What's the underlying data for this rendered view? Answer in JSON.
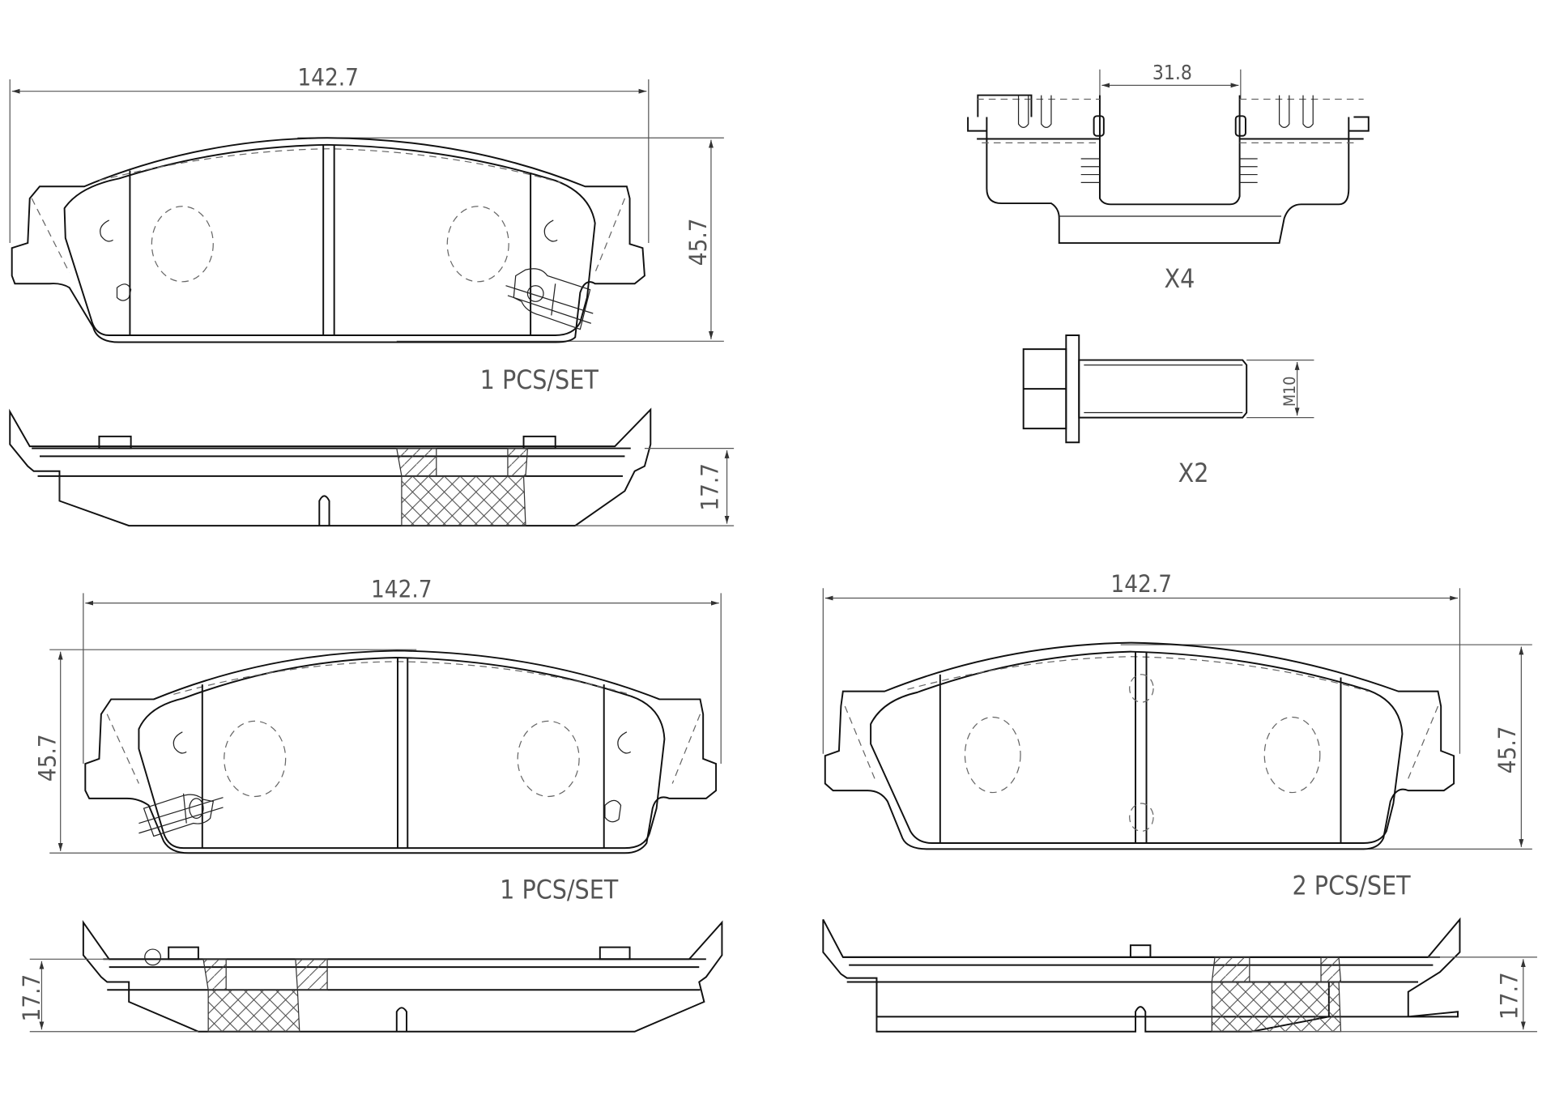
{
  "drawing": {
    "type": "brake pad technical drawing",
    "line_color": "#111111",
    "dimension_color": "#555555"
  },
  "views": {
    "pad_a": {
      "width_dim": "142.7",
      "height_dim": "45.7",
      "thickness_dim": "17.7",
      "quantity": "1 PCS/SET"
    },
    "pad_b": {
      "width_dim": "142.7",
      "height_dim": "45.7",
      "thickness_dim": "17.7",
      "quantity": "1 PCS/SET"
    },
    "pad_c": {
      "width_dim": "142.7",
      "height_dim": "45.7",
      "thickness_dim": "17.7",
      "quantity": "2 PCS/SET"
    },
    "clip": {
      "width_dim": "31.8",
      "quantity": "X4"
    },
    "bolt": {
      "thread_dim": "M10",
      "quantity": "X2"
    }
  }
}
